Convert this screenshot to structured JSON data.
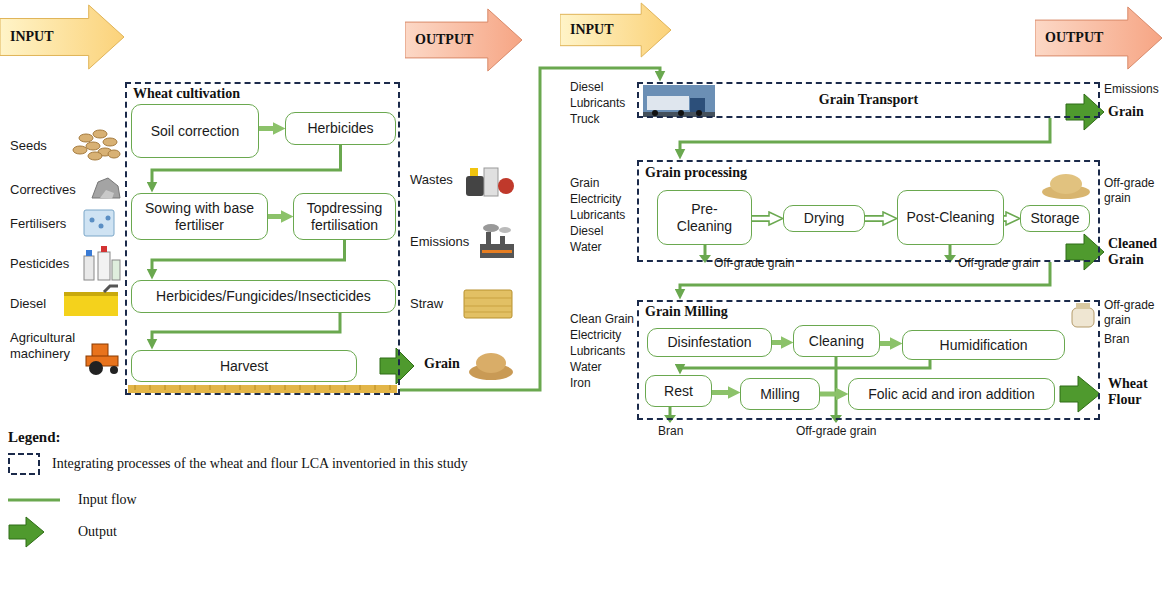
{
  "diagram": {
    "nodes": [
      {
        "text": [
          "INPUT"
        ]
      },
      {
        "text": [
          "OUTPUT"
        ]
      },
      {
        "text": [
          "INPUT"
        ]
      },
      {
        "text": [
          "OUTPUT"
        ]
      },
      {
        "text": [
          "Wheat cultivation"
        ]
      },
      {
        "text": [
          "Soil correction"
        ],
        "in": 4
      },
      {
        "text": [
          "Herbicides"
        ],
        "in": 4
      },
      {
        "text": [
          "Sowing with base fertiliser"
        ],
        "in": 4
      },
      {
        "text": [
          "Topdressing fertilisation"
        ],
        "in": 4
      },
      {
        "text": [
          "Herbicides/Fungicides/Insecticides"
        ],
        "in": 4
      },
      {
        "text": [
          "Harvest"
        ],
        "in": 4
      },
      {
        "text": [
          "Grain Transport"
        ]
      },
      {
        "text": [
          "Grain processing"
        ]
      },
      {
        "text": [
          "Pre-Cleaning"
        ],
        "in": 12
      },
      {
        "text": [
          "Drying"
        ],
        "in": 12
      },
      {
        "text": [
          "Post-Cleaning"
        ],
        "in": 12
      },
      {
        "text": [
          "Storage"
        ],
        "in": 12
      },
      {
        "text": [
          "Grain Milling"
        ]
      },
      {
        "text": [
          "Disinfestation"
        ],
        "in": 17
      },
      {
        "text": [
          "Cleaning"
        ],
        "in": 17
      },
      {
        "text": [
          "Humidification"
        ],
        "in": 17
      },
      {
        "text": [
          "Rest"
        ],
        "in": 17
      },
      {
        "text": [
          "Milling"
        ],
        "in": 17
      },
      {
        "text": [
          "Folic acid and iron addition"
        ],
        "in": 17
      }
    ],
    "edges": [
      {
        "from": 5,
        "to": 6,
        "arrow": "to"
      },
      {
        "from": 6,
        "to": 7,
        "arrow": "to"
      },
      {
        "from": 7,
        "to": 8,
        "arrow": "to"
      },
      {
        "from": 8,
        "to": 9,
        "arrow": "to"
      },
      {
        "from": 9,
        "to": 10,
        "arrow": "to"
      },
      {
        "from": 4,
        "to": 11,
        "arrow": "to"
      },
      {
        "from": 11,
        "to": 12,
        "arrow": "to"
      },
      {
        "from": 13,
        "to": 14,
        "arrow": "to"
      },
      {
        "from": 14,
        "to": 15,
        "arrow": "to"
      },
      {
        "from": 15,
        "to": 16,
        "arrow": "to"
      },
      {
        "from": 12,
        "to": 17,
        "arrow": "to"
      },
      {
        "from": 18,
        "to": 19,
        "arrow": "to"
      },
      {
        "from": 19,
        "to": 20,
        "arrow": "to"
      },
      {
        "from": 20,
        "to": 21,
        "arrow": "to"
      },
      {
        "from": 21,
        "to": 22,
        "arrow": "to"
      },
      {
        "from": 22,
        "to": 23,
        "arrow": "to"
      }
    ],
    "labels": [
      "Seeds",
      "Correctives",
      "Fertilisers",
      "Pesticides",
      "Diesel",
      "Agricultural machinery",
      "Wastes",
      "Emissions",
      "Straw",
      "Grain",
      "Diesel",
      "Lubricants",
      "Truck",
      "Emissions",
      "Grain",
      "Grain",
      "Electricity",
      "Lubricants",
      "Diesel",
      "Water",
      "Off-grade grain",
      "Cleaned Grain",
      "Off-grade grain",
      "Off-grade grain",
      "Clean Grain",
      "Electricity",
      "Lubricants",
      "Water",
      "Iron",
      "Off-grade grain",
      "Bran",
      "Wheat Flour",
      "Bran",
      "Off-grade grain",
      "Legend:"
    ],
    "legend": [
      {
        "text": "Integrating processes of  the wheat and flour LCA inventoried in this study"
      },
      {
        "text": "Input flow"
      },
      {
        "text": "Output"
      }
    ]
  }
}
